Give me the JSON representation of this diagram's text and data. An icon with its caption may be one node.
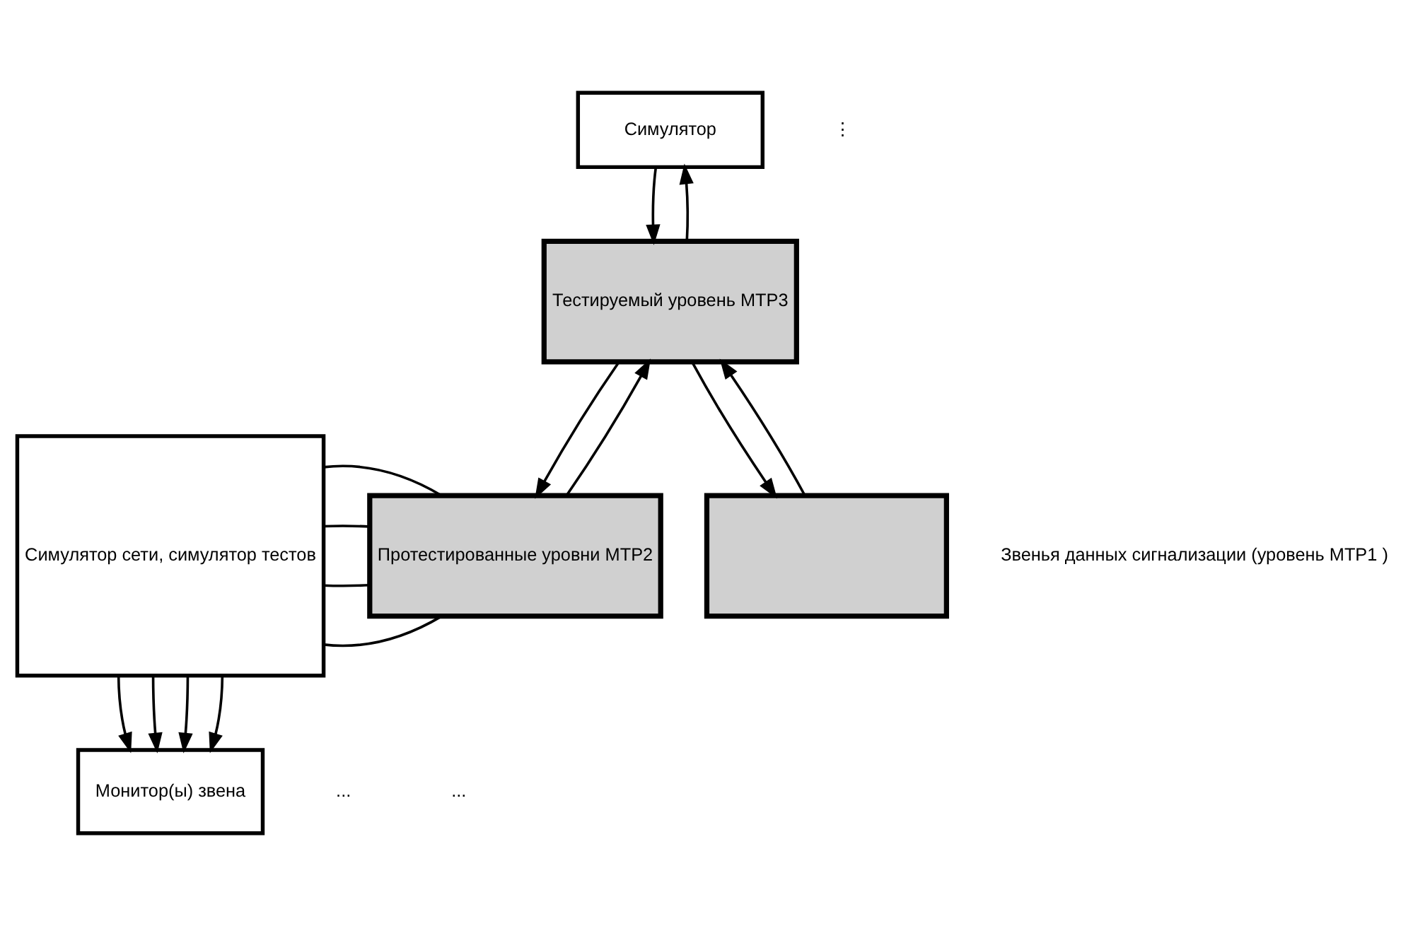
{
  "diagram": {
    "nodes": [
      {
        "text": [
          "Симулятор сети, симулятор тестов"
        ]
      },
      {
        "text": [
          "Симулятор"
        ]
      },
      {
        "text": [
          "Тестируемый уровень MTP3"
        ]
      },
      {
        "text": [],
        "shape": "box"
      },
      {
        "text": [
          "Протестированные уровни MTP2"
        ]
      },
      {
        "text": [
          "Монитор(ы) звена"
        ]
      }
    ],
    "edges": [
      {
        "from": 2,
        "to": 1,
        "arrow": "to"
      },
      {
        "from": 1,
        "to": 2,
        "arrow": "to"
      },
      {
        "from": 4,
        "to": 2,
        "arrow": "to"
      },
      {
        "from": 2,
        "to": 4,
        "arrow": "to"
      },
      {
        "from": 3,
        "to": 2,
        "arrow": "to"
      },
      {
        "from": 2,
        "to": 3,
        "arrow": "to"
      },
      {
        "from": 0,
        "to": 4,
        "arrow": "none"
      },
      {
        "from": 0,
        "to": 4,
        "arrow": "none"
      },
      {
        "from": 0,
        "to": 4,
        "arrow": "none"
      },
      {
        "from": 0,
        "to": 4,
        "arrow": "none"
      },
      {
        "from": 0,
        "to": 5,
        "arrow": "to"
      },
      {
        "from": 0,
        "to": 5,
        "arrow": "to"
      },
      {
        "from": 0,
        "to": 5,
        "arrow": "to"
      },
      {
        "from": 0,
        "to": 5,
        "arrow": "to"
      }
    ],
    "labels": [
      "Звенья данных сигнализации (уровень MTP1 )",
      "⋮",
      "...",
      "..."
    ]
  }
}
